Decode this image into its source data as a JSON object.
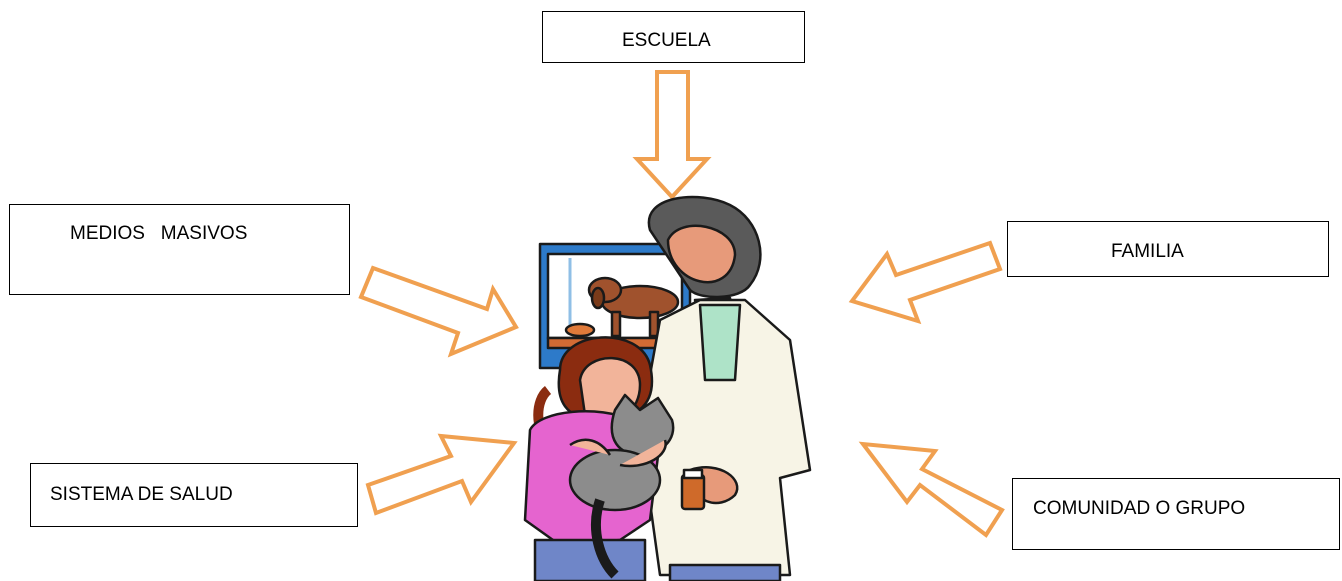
{
  "labels": {
    "escuela": "ESCUELA",
    "medios": "MEDIOS   MASIVOS",
    "familia": "FAMILIA",
    "salud": "SISTEMA DE SALUD",
    "comunidad": "COMUNIDAD O GRUPO"
  },
  "colors": {
    "arrow_stroke": "#f0a050",
    "box_border": "#000000",
    "illustration_outline": "#1a1a1a"
  },
  "illustration": {
    "icon": "veterinarian-with-girl-and-cat-clipart"
  }
}
